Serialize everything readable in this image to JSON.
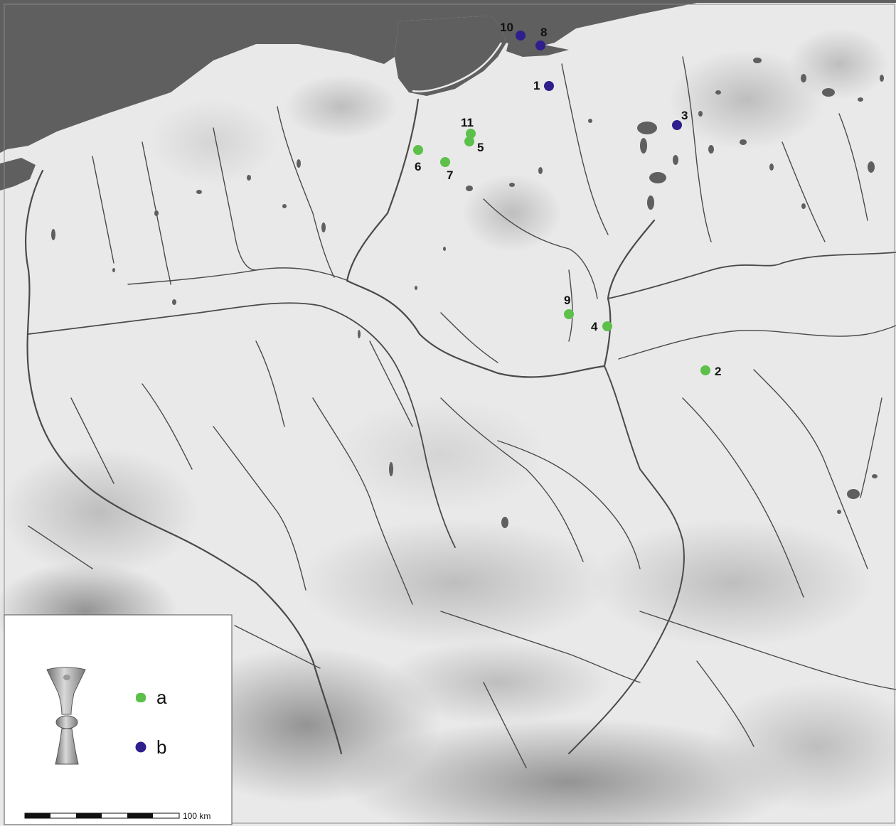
{
  "colors": {
    "sea": "#5f5f5f",
    "land": "#e9e9e9",
    "river": "#4a4a4a",
    "group_a": "#5cc04a",
    "group_b": "#2e1f8c"
  },
  "sites": [
    {
      "label": "1",
      "group": "b"
    },
    {
      "label": "2",
      "group": "a"
    },
    {
      "label": "3",
      "group": "b"
    },
    {
      "label": "4",
      "group": "a"
    },
    {
      "label": "5",
      "group": "a"
    },
    {
      "label": "6",
      "group": "a"
    },
    {
      "label": "7",
      "group": "a"
    },
    {
      "label": "8",
      "group": "b"
    },
    {
      "label": "9",
      "group": "a"
    },
    {
      "label": "10",
      "group": "b"
    },
    {
      "label": "11",
      "group": "a"
    }
  ],
  "legend": {
    "items": [
      {
        "key": "a",
        "label": "a"
      },
      {
        "key": "b",
        "label": "b"
      }
    ],
    "scale_label": "100 km"
  }
}
